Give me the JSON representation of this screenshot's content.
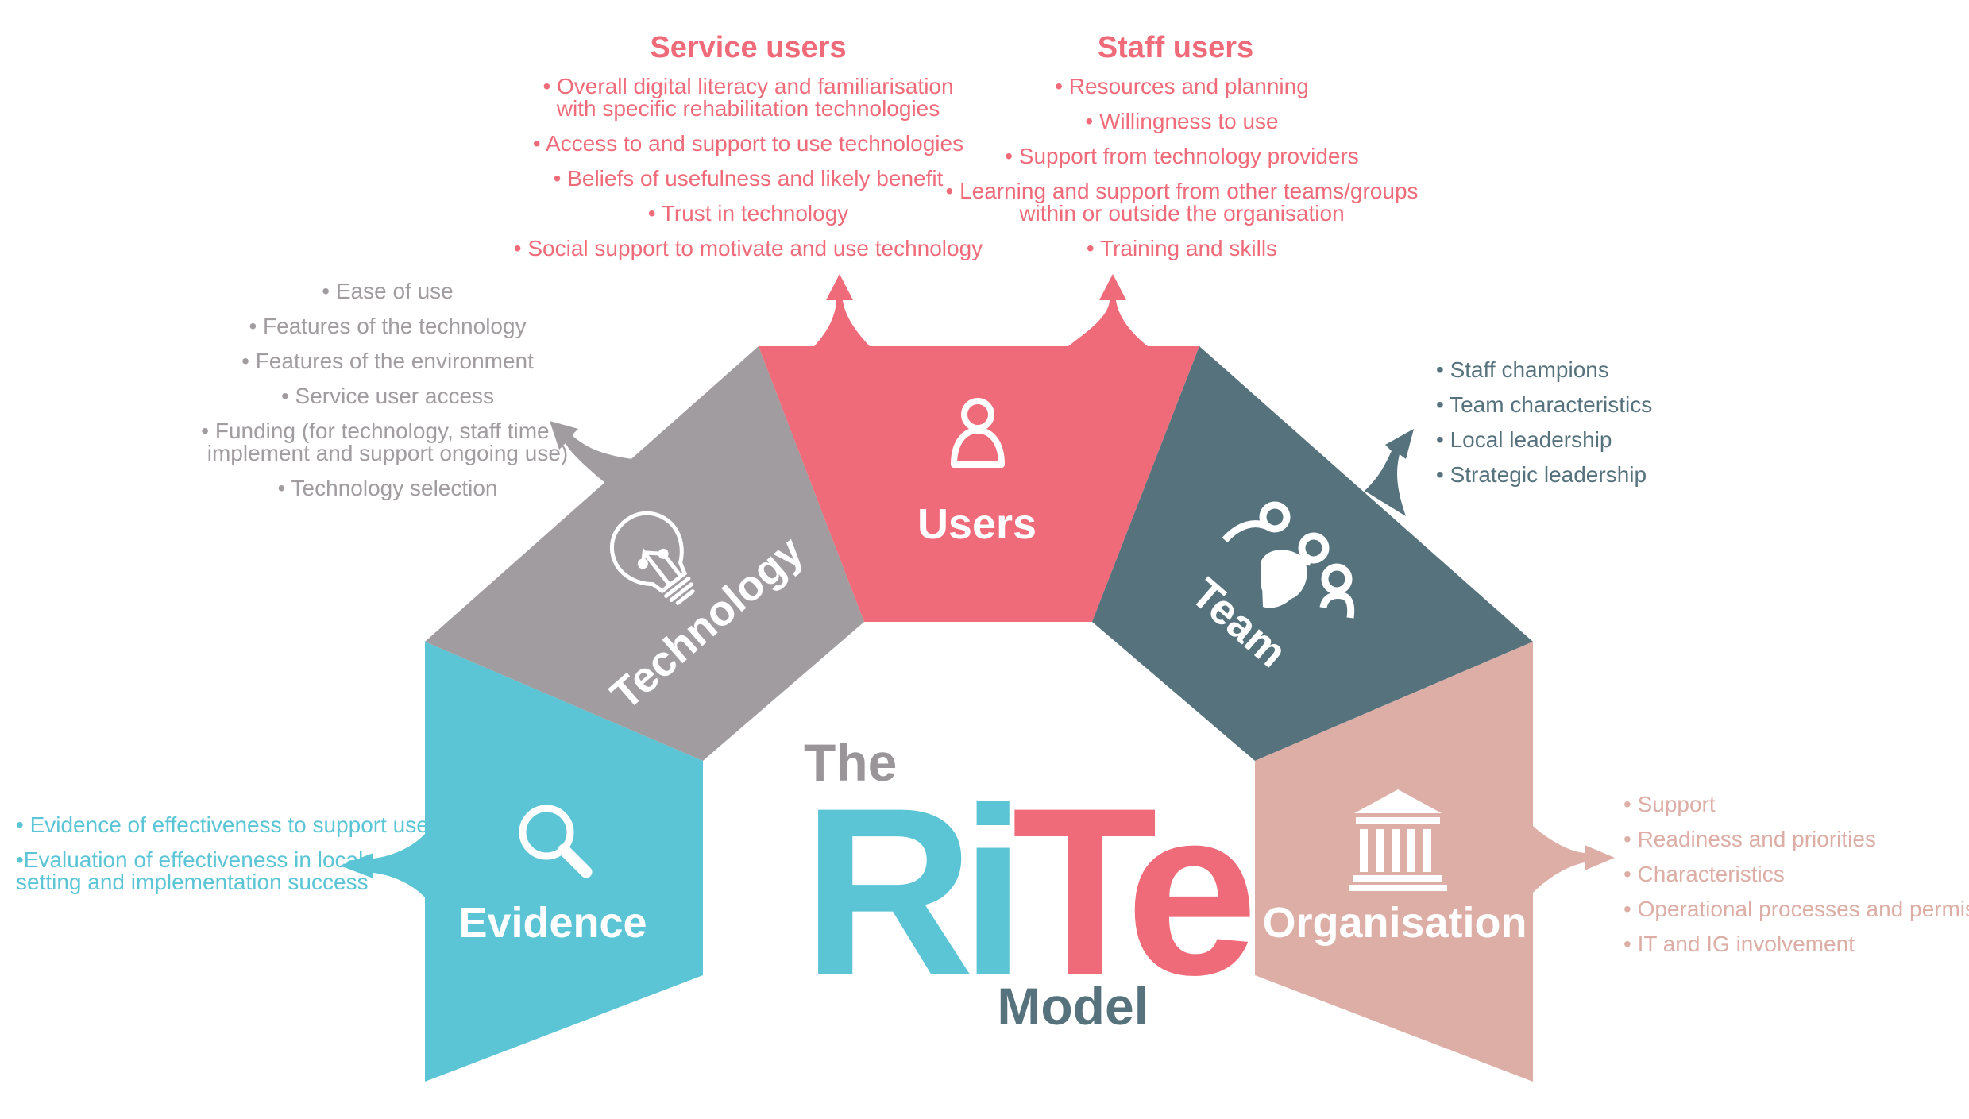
{
  "colors": {
    "evidence": "#5bc5d6",
    "technology": "#a19ca0",
    "users": "#f06b79",
    "team": "#56737d",
    "organisation": "#dcaea6",
    "white": "#ffffff"
  },
  "title": {
    "the": "The",
    "r": "R",
    "i": "i",
    "t": "T",
    "e": "e",
    "model": "Model"
  },
  "segments": {
    "evidence": {
      "label": "Evidence",
      "icon": "magnifier-icon"
    },
    "technology": {
      "label": "Technology",
      "icon": "lightbulb-icon"
    },
    "users": {
      "label": "Users",
      "icon": "person-icon"
    },
    "team": {
      "label": "Team",
      "icon": "group-icon"
    },
    "organisation": {
      "label": "Organisation",
      "icon": "building-icon"
    }
  },
  "lists": {
    "service_users": {
      "heading": "Service users",
      "items": [
        [
          "• Overall digital literacy and familiarisation",
          "with specific rehabilitation technologies"
        ],
        [
          "• Access to and support to use technologies"
        ],
        [
          "• Beliefs of usefulness and likely benefit"
        ],
        [
          "• Trust in technology"
        ],
        [
          "• Social support to motivate and use technology"
        ]
      ]
    },
    "staff_users": {
      "heading": "Staff users",
      "items": [
        [
          "• Resources and planning"
        ],
        [
          "• Willingness to use"
        ],
        [
          "• Support from technology providers"
        ],
        [
          "• Learning and support from other teams/groups",
          "within or outside the organisation"
        ],
        [
          "• Training and skills"
        ]
      ]
    },
    "technology": {
      "items": [
        [
          "• Ease of use"
        ],
        [
          "• Features of the technology"
        ],
        [
          "• Features of the environment"
        ],
        [
          "• Service user access"
        ],
        [
          "• Funding (for technology, staff time to",
          "implement and support ongoing use)"
        ],
        [
          "• Technology selection"
        ]
      ]
    },
    "team": {
      "items": [
        [
          "• Staff champions"
        ],
        [
          "• Team characteristics"
        ],
        [
          "• Local leadership"
        ],
        [
          "• Strategic leadership"
        ]
      ]
    },
    "evidence": {
      "items": [
        [
          "• Evidence of effectiveness to support use"
        ],
        [
          "•Evaluation of effectiveness in local",
          "setting and implementation success"
        ]
      ]
    },
    "organisation": {
      "items": [
        [
          "• Support"
        ],
        [
          "• Readiness and priorities"
        ],
        [
          "• Characteristics"
        ],
        [
          "• Operational processes and permissions"
        ],
        [
          "• IT and IG involvement"
        ]
      ]
    }
  }
}
